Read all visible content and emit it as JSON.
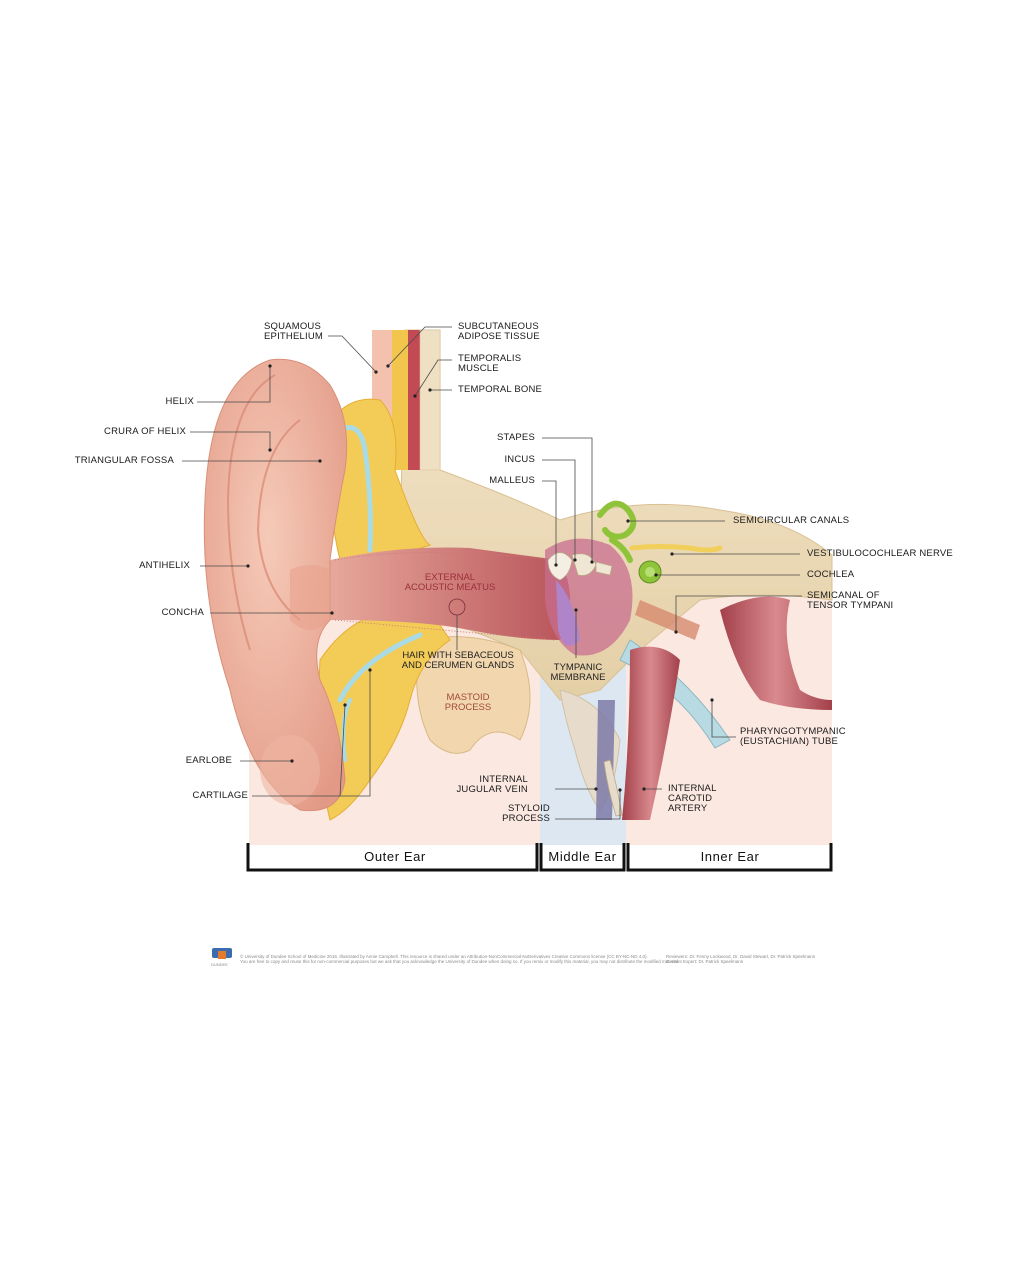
{
  "labels": {
    "squamous_epithelium": "SQUAMOUS\nEPITHELIUM",
    "subcutaneous_adipose": "SUBCUTANEOUS\nADIPOSE TISSUE",
    "temporalis_muscle": "TEMPORALIS\nMUSCLE",
    "temporal_bone": "TEMPORAL BONE",
    "helix": "HELIX",
    "crura_of_helix": "CRURA OF HELIX",
    "triangular_fossa": "TRIANGULAR FOSSA",
    "stapes": "STAPES",
    "incus": "INCUS",
    "malleus": "MALLEUS",
    "semicircular_canals": "SEMICIRCULAR CANALS",
    "vestibulocochlear_nerve": "VESTIBULOCOCHLEAR NERVE",
    "cochlea": "COCHLEA",
    "semicanal_tensor": "SEMICANAL OF\nTENSOR TYMPANI",
    "antihelix": "ANTIHELIX",
    "concha": "CONCHA",
    "external_acoustic_meatus": "EXTERNAL\nACOUSTIC MEATUS",
    "hair_glands": "HAIR WITH SEBACEOUS\nAND CERUMEN GLANDS",
    "tympanic_membrane": "TYMPANIC\nMEMBRANE",
    "mastoid_process": "MASTOID\nPROCESS",
    "pharyngotympanic": "PHARYNGOTYMPANIC\n(EUSTACHIAN) TUBE",
    "earlobe": "EARLOBE",
    "cartilage": "CARTILAGE",
    "internal_jugular": "INTERNAL\nJUGULAR VEIN",
    "styloid_process": "STYLOID\nPROCESS",
    "internal_carotid": "INTERNAL\nCAROTID\nARTERY"
  },
  "sections": {
    "outer": "Outer Ear",
    "middle": "Middle Ear",
    "inner": "Inner Ear"
  },
  "footer": {
    "credit": "© University of Dundee School of Medicine 2015. Illustrated by Annie Campbell. This resource is shared under an Attribution-NonCommercial-NoDerivatives Creative Commons license (CC BY-NC-ND 4.0).\nYou are free to copy and reuse this for non-commercial purposes but we ask that you acknowledge the University of Dundee when doing so. If you remix or modify this material, you may not distribute the modified material.",
    "reviewers": "Reviewers: Dr. Fenny Lockwood, Dr. David Stewart, Dr. Patrick Speelmann\nContent Expert: Dr. Patrick Speelmann",
    "logo_text": "DUNDEE"
  },
  "colors": {
    "outer_zone": "#fbe9e1",
    "middle_zone": "#dce6f2",
    "inner_zone": "#fbe9e1",
    "skin": "#eeb4a0",
    "adipose": "#f3cb57",
    "bone": "#eedcbd",
    "canal": "#d58c88",
    "ossicles": "#8fc43a",
    "muscle": "#c4585e",
    "leader": "#4a4a4a"
  }
}
